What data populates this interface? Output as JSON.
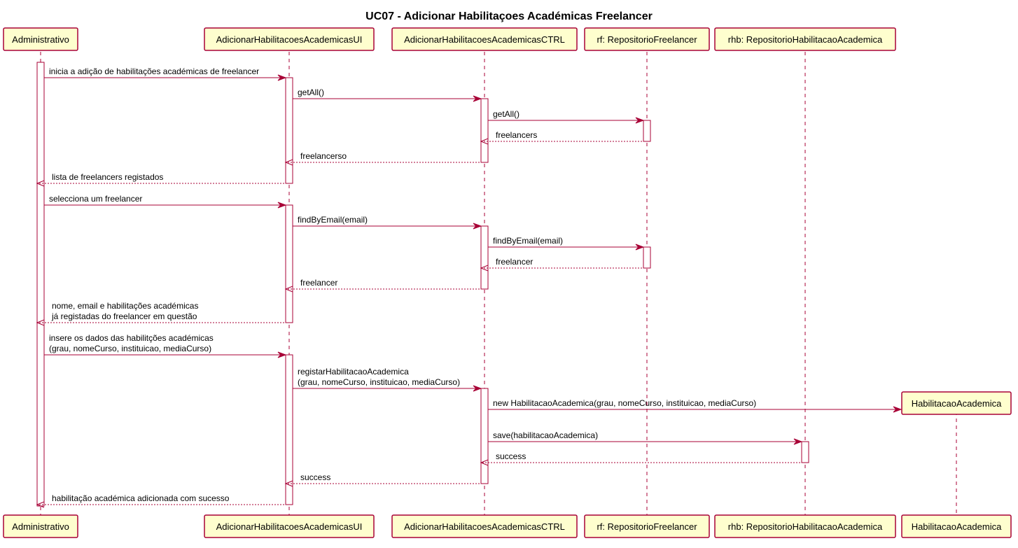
{
  "diagram": {
    "title": "UC07 - Adicionar Habilitaçoes Académicas Freelancer",
    "participants": [
      {
        "id": "admin",
        "label": "Administrativo"
      },
      {
        "id": "ui",
        "label": "AdicionarHabilitacoesAcademicasUI"
      },
      {
        "id": "ctrl",
        "label": "AdicionarHabilitacoesAcademicasCTRL"
      },
      {
        "id": "rf",
        "label": "rf: RepositorioFreelancer"
      },
      {
        "id": "rhb",
        "label": "rhb: RepositorioHabilitacaoAcademica"
      },
      {
        "id": "hab",
        "label": "HabilitacaoAcademica",
        "created": true
      }
    ],
    "messages": [
      {
        "from": "admin",
        "to": "ui",
        "type": "sync",
        "lines": [
          "inicia a adição de habilitações académicas de freelancer"
        ]
      },
      {
        "from": "ui",
        "to": "ctrl",
        "type": "sync",
        "lines": [
          "getAll()"
        ]
      },
      {
        "from": "ctrl",
        "to": "rf",
        "type": "sync",
        "lines": [
          "getAll()"
        ]
      },
      {
        "from": "rf",
        "to": "ctrl",
        "type": "return",
        "lines": [
          "freelancers"
        ]
      },
      {
        "from": "ctrl",
        "to": "ui",
        "type": "return",
        "lines": [
          "freelancerso"
        ]
      },
      {
        "from": "ui",
        "to": "admin",
        "type": "return",
        "lines": [
          "lista de freelancers registados"
        ]
      },
      {
        "from": "admin",
        "to": "ui",
        "type": "sync",
        "lines": [
          "selecciona um freelancer"
        ]
      },
      {
        "from": "ui",
        "to": "ctrl",
        "type": "sync",
        "lines": [
          "findByEmail(email)"
        ]
      },
      {
        "from": "ctrl",
        "to": "rf",
        "type": "sync",
        "lines": [
          "findByEmail(email)"
        ]
      },
      {
        "from": "rf",
        "to": "ctrl",
        "type": "return",
        "lines": [
          "freelancer"
        ]
      },
      {
        "from": "ctrl",
        "to": "ui",
        "type": "return",
        "lines": [
          "freelancer"
        ]
      },
      {
        "from": "ui",
        "to": "admin",
        "type": "return",
        "lines": [
          "nome, email e habilitações académicas",
          "já registadas do freelancer em questão"
        ]
      },
      {
        "from": "admin",
        "to": "ui",
        "type": "sync",
        "lines": [
          "insere os dados das habilitções académicas",
          "(grau, nomeCurso, instituicao, mediaCurso)"
        ]
      },
      {
        "from": "ui",
        "to": "ctrl",
        "type": "sync",
        "lines": [
          "registarHabilitacaoAcademica",
          "(grau, nomeCurso, instituicao, mediaCurso)"
        ]
      },
      {
        "from": "ctrl",
        "to": "hab",
        "type": "create",
        "lines": [
          "new HabilitacaoAcademica(grau, nomeCurso, instituicao, mediaCurso)"
        ]
      },
      {
        "from": "ctrl",
        "to": "rhb",
        "type": "sync",
        "lines": [
          "save(habilitacaoAcademica)"
        ]
      },
      {
        "from": "rhb",
        "to": "ctrl",
        "type": "return",
        "lines": [
          "success"
        ]
      },
      {
        "from": "ctrl",
        "to": "ui",
        "type": "return",
        "lines": [
          "success"
        ]
      },
      {
        "from": "ui",
        "to": "admin",
        "type": "return",
        "lines": [
          "habilitação académica adicionada com sucesso"
        ]
      }
    ],
    "colors": {
      "participant_fill": "#FEFECE",
      "line_color": "#A80036",
      "activation_fill": "#FFFFFF"
    }
  }
}
